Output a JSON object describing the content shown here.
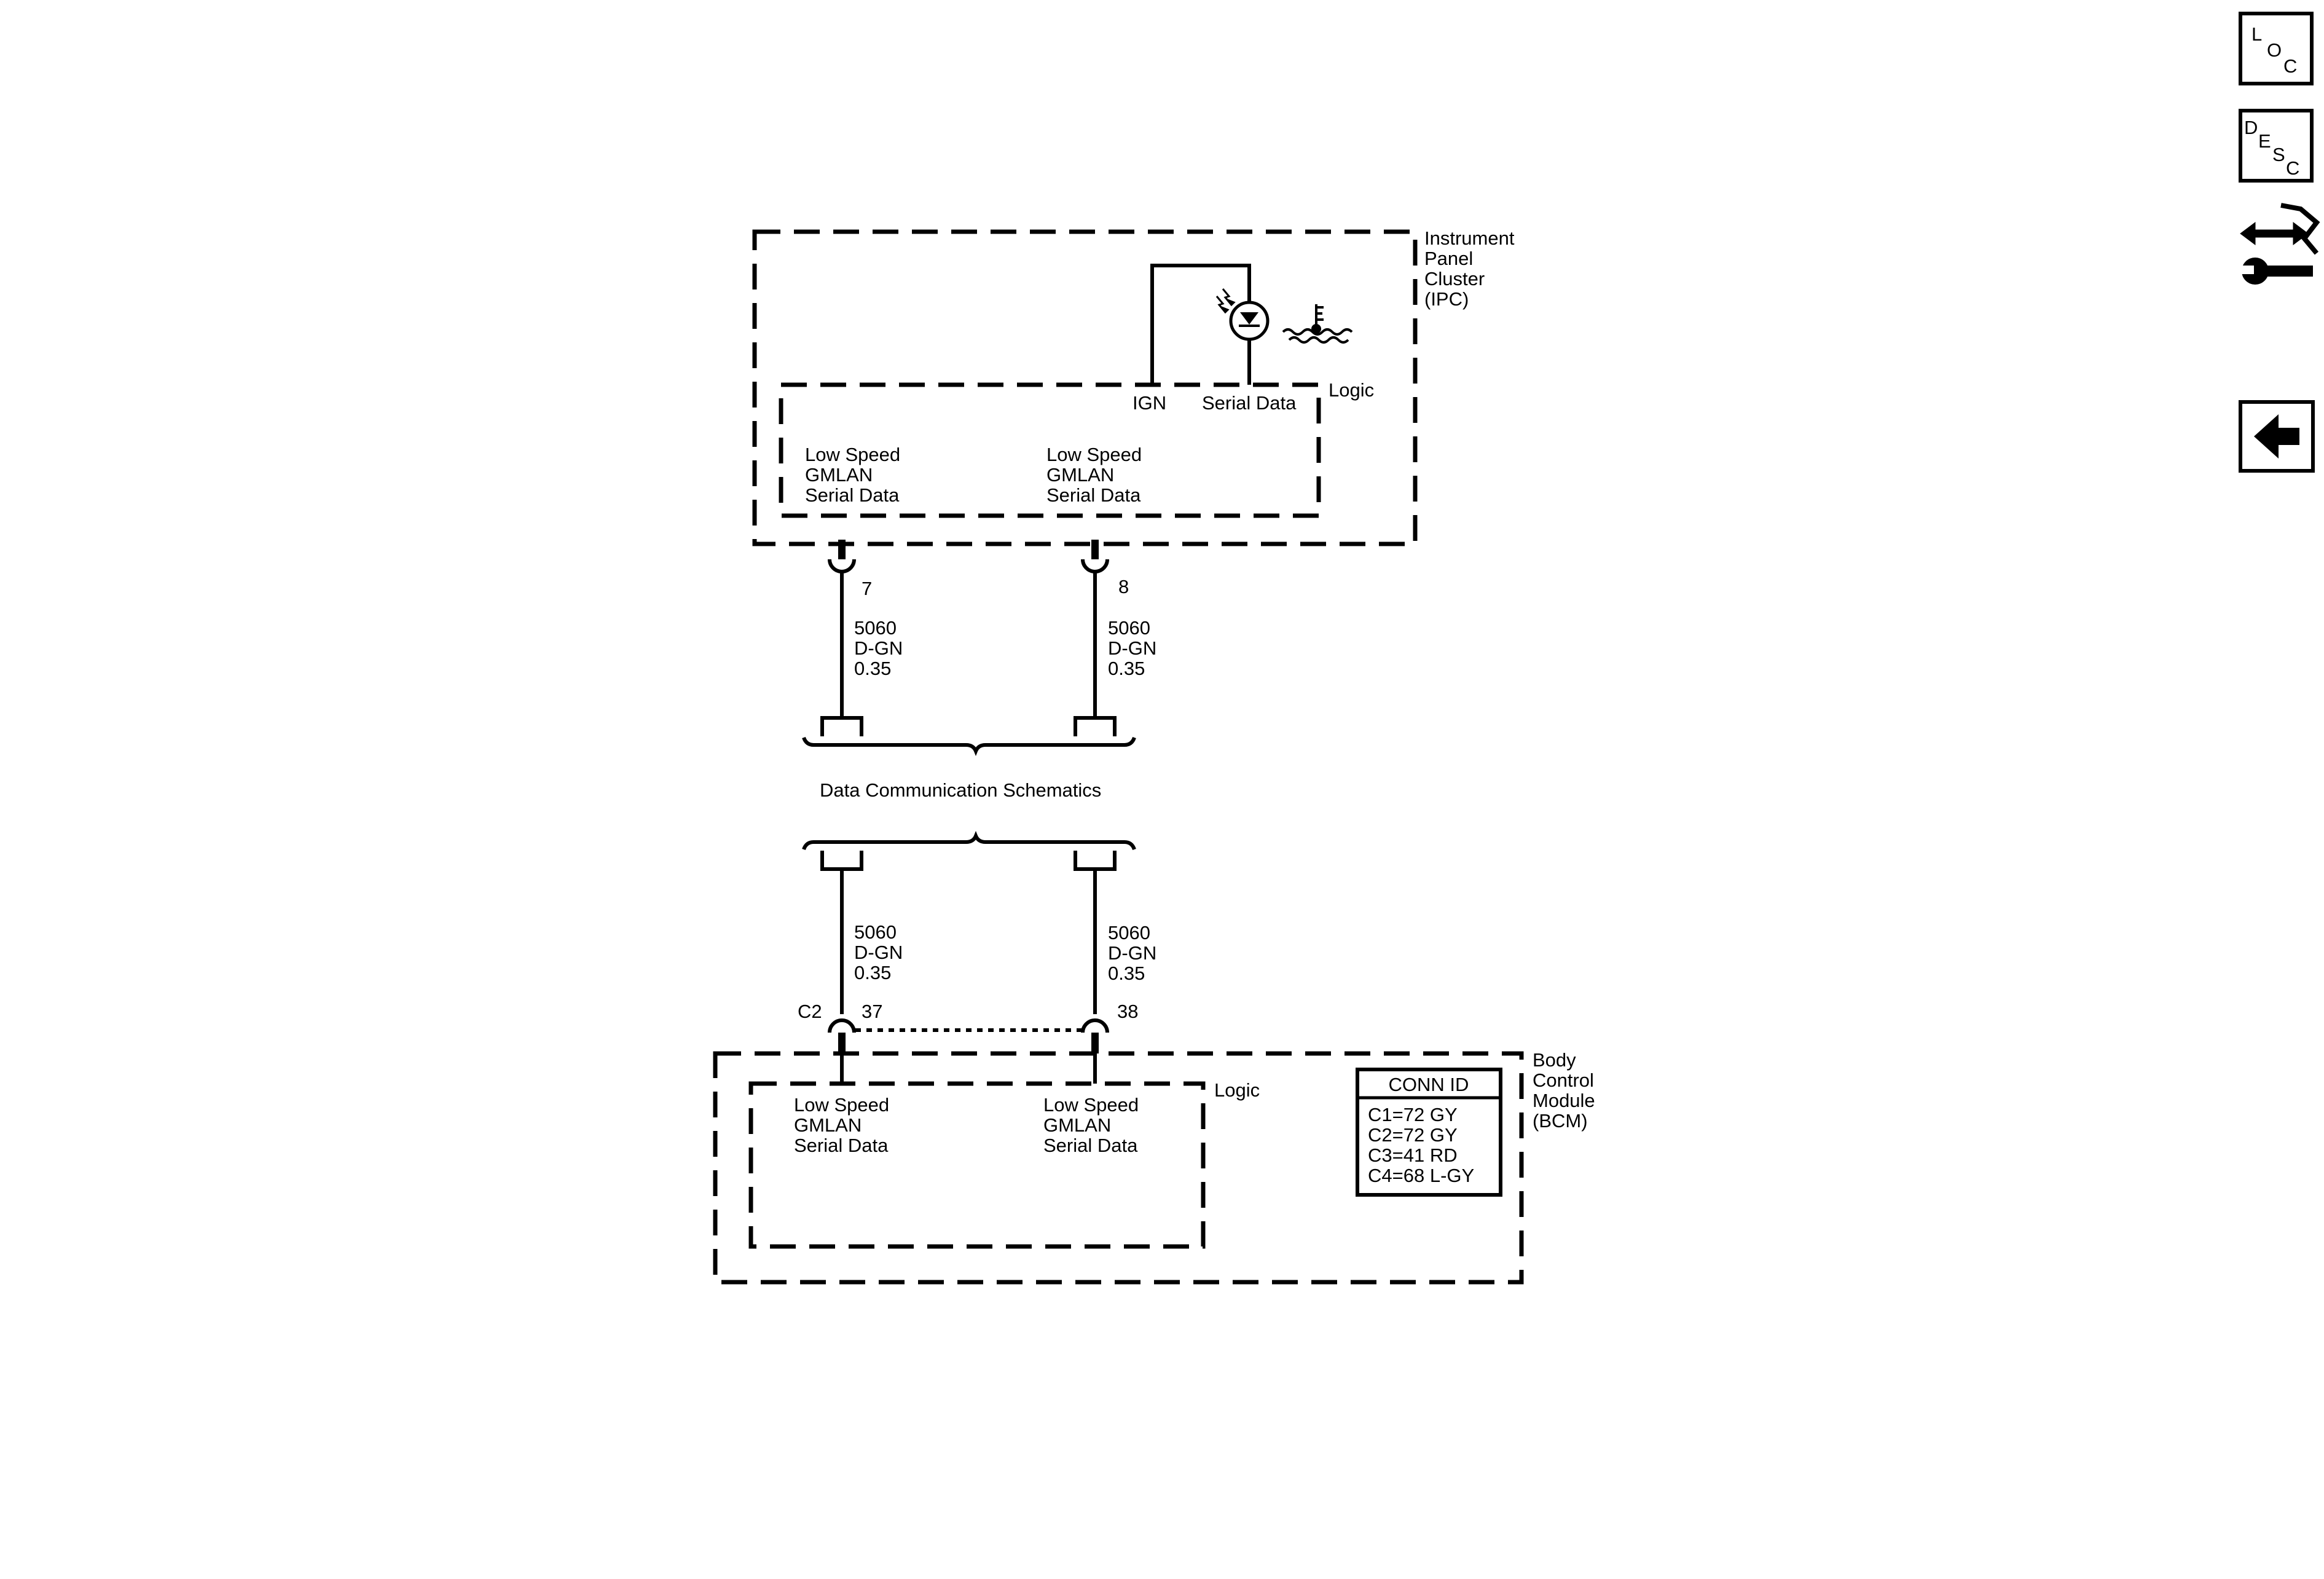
{
  "ipc": {
    "name_line1": "Instrument",
    "name_line2": "Panel",
    "name_line3": "Cluster",
    "name_line4": "(IPC)",
    "logic_label": "Logic",
    "ign_label": "IGN",
    "serial_data_label": "Serial Data",
    "left_terminal": {
      "line1": "Low Speed",
      "line2": "GMLAN",
      "line3": "Serial Data"
    },
    "right_terminal": {
      "line1": "Low Speed",
      "line2": "GMLAN",
      "line3": "Serial Data"
    },
    "pin_left": "7",
    "pin_right": "8"
  },
  "wires_upper": {
    "left": {
      "circuit": "5060",
      "color": "D-GN",
      "gauge": "0.35"
    },
    "right": {
      "circuit": "5060",
      "color": "D-GN",
      "gauge": "0.35"
    }
  },
  "reference": {
    "label": "Data Communication Schematics"
  },
  "wires_lower": {
    "left": {
      "circuit": "5060",
      "color": "D-GN",
      "gauge": "0.35"
    },
    "right": {
      "circuit": "5060",
      "color": "D-GN",
      "gauge": "0.35"
    }
  },
  "bcm": {
    "name_line1": "Body",
    "name_line2": "Control",
    "name_line3": "Module",
    "name_line4": "(BCM)",
    "logic_label": "Logic",
    "connector_label": "C2",
    "pin_left": "37",
    "pin_right": "38",
    "left_terminal": {
      "line1": "Low Speed",
      "line2": "GMLAN",
      "line3": "Serial Data"
    },
    "right_terminal": {
      "line1": "Low Speed",
      "line2": "GMLAN",
      "line3": "Serial Data"
    }
  },
  "conn_id": {
    "title": "CONN ID",
    "rows": [
      "C1=72 GY",
      "C2=72 GY",
      "C3=41 RD",
      "C4=68 L-GY"
    ]
  },
  "nav": {
    "loc": {
      "l": "L",
      "o": "O",
      "c": "C"
    },
    "desc": {
      "d": "D",
      "e": "E",
      "s": "S",
      "c": "C"
    },
    "connector_icon": "connector-repair-icon",
    "back_icon": "back-arrow-icon"
  }
}
